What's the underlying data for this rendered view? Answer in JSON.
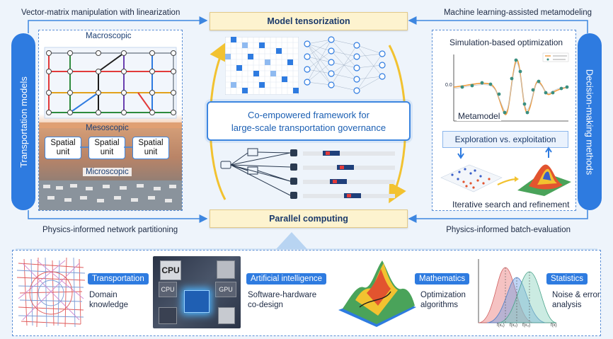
{
  "edges": {
    "top_left": "Vector-matrix manipulation with linearization",
    "top_right": "Machine learning-assisted metamodeling",
    "bottom_left": "Physics-informed network partitioning",
    "bottom_right": "Physics-informed batch-evaluation"
  },
  "core": {
    "top": "Model tensorization",
    "bottom": "Parallel computing",
    "center_line1": "Co-empowered framework for",
    "center_line2": "large-scale transportation governance"
  },
  "side": {
    "left": "Transportation models",
    "right": "Decision-making methods"
  },
  "left_panel": {
    "macro": "Macroscopic",
    "meso": "Mesoscopic",
    "micro": "Microscopic",
    "units": [
      {
        "line1": "Spatial",
        "line2": "unit"
      },
      {
        "line1": "Spatial",
        "line2": "unit"
      },
      {
        "line1": "Spatial",
        "line2": "unit"
      }
    ]
  },
  "right_panel": {
    "title": "Simulation-based optimization",
    "metamodel": "Metamodel",
    "explore": "Exploration vs. exploitation",
    "iterative": "Iterative search and refinement",
    "axis_tick": "0.0"
  },
  "bottom": {
    "transportation": {
      "tag": "Transportation",
      "line1": "Domain",
      "line2": "knowledge"
    },
    "ai": {
      "tag": "Artificial intelligence",
      "line1": "Software-hardware",
      "line2": "co-design",
      "cpu_big": "CPU",
      "cpu_small": "CPU",
      "gpu": "GPU"
    },
    "math": {
      "tag": "Mathematics",
      "line1": "Optimization",
      "line2": "algorithms"
    },
    "stats": {
      "tag": "Statistics",
      "line1": "Noise & error",
      "line2": "analysis",
      "ticks": [
        "f(x₁)",
        "f(x₂)",
        "f(x₃)",
        "f(x)"
      ]
    }
  },
  "colors": {
    "accent": "#2e7be0",
    "core_fill": "#fdf3cf",
    "arrow": "#f2c230"
  }
}
